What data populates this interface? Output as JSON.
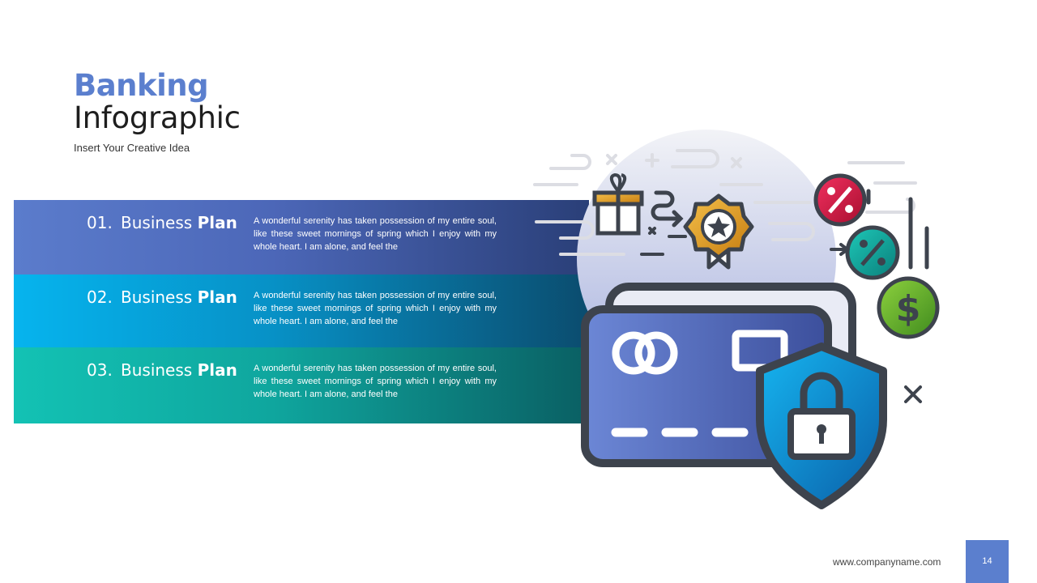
{
  "header": {
    "title_line1": "Banking",
    "title_line2": "Infographic",
    "subtitle": "Insert Your Creative Idea"
  },
  "items": [
    {
      "number": "01.",
      "heading": "Business",
      "heading_bold": "Plan",
      "text": "A wonderful serenity has taken possession of my entire soul, like these sweet mornings of spring which I enjoy with my whole heart. I am alone, and feel the"
    },
    {
      "number": "02.",
      "heading": "Business",
      "heading_bold": "Plan",
      "text": "A wonderful serenity has taken possession of my entire soul, like these sweet mornings of spring which I enjoy with my whole heart. I am alone, and feel the"
    },
    {
      "number": "03.",
      "heading": "Business",
      "heading_bold": "Plan",
      "text": "A wonderful serenity has taken possession of my entire soul, like these sweet mornings of spring which I enjoy with my whole heart. I am alone, and feel the"
    }
  ],
  "colors": {
    "accent": "#5b7fce",
    "band1": "#5b7ccc",
    "band2": "#06b4ee",
    "band3": "#13c2b4",
    "card": "#5a73c9",
    "shield": "#0b8fd6"
  },
  "icons": [
    "gift-icon",
    "medal-icon",
    "percent-coin-icon",
    "dollar-coin-icon",
    "credit-card-icon",
    "shield-lock-icon"
  ],
  "footer": {
    "url": "www.companyname.com",
    "page_number": "14"
  }
}
